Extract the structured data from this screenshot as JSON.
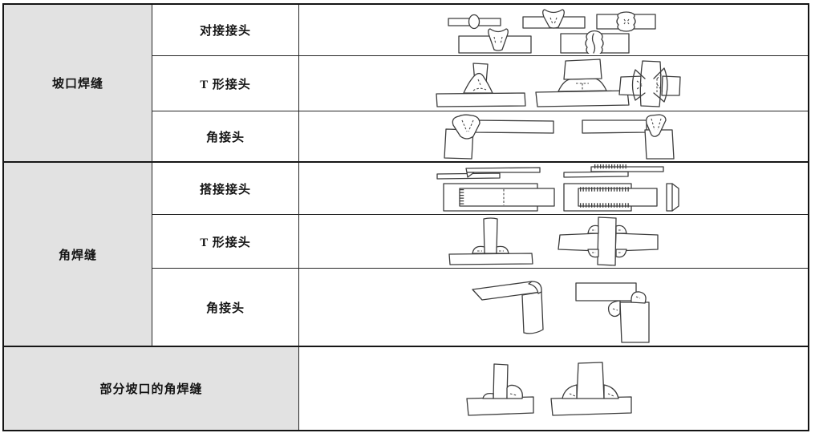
{
  "colors": {
    "category_cell_bg": "#e2e2e2",
    "grid_line": "#262626",
    "outer_border": "#141414",
    "line_art": "#3c3c3c",
    "background": "#ffffff"
  },
  "table": {
    "groups": [
      {
        "label": "坡口焊缝",
        "rows": [
          {
            "joint": "对接接头",
            "diagram": "butt-joint-groove-weld-drawing"
          },
          {
            "joint": "T 形接头",
            "diagram": "tee-joint-groove-weld-drawing"
          },
          {
            "joint": "角接头",
            "diagram": "corner-joint-groove-weld-drawing"
          }
        ]
      },
      {
        "label": "角焊缝",
        "rows": [
          {
            "joint": "搭接接头",
            "diagram": "lap-joint-fillet-weld-drawing"
          },
          {
            "joint": "T 形接头",
            "diagram": "tee-joint-fillet-weld-drawing"
          },
          {
            "joint": "角接头",
            "diagram": "corner-joint-fillet-weld-drawing"
          }
        ]
      },
      {
        "label": "部分坡口的角焊缝",
        "rows": [
          {
            "joint": "",
            "diagram": "partial-groove-fillet-weld-drawing"
          }
        ]
      }
    ]
  },
  "diagrams": {
    "groove_butt": "butt-joint-groove-weld-drawing",
    "groove_tee": "tee-joint-groove-weld-drawing",
    "groove_corner": "corner-joint-groove-weld-drawing",
    "fillet_lap": "lap-joint-fillet-weld-drawing",
    "fillet_tee": "tee-joint-fillet-weld-drawing",
    "fillet_corner": "corner-joint-fillet-weld-drawing",
    "partial_groove_fillet": "partial-groove-fillet-weld-drawing"
  }
}
